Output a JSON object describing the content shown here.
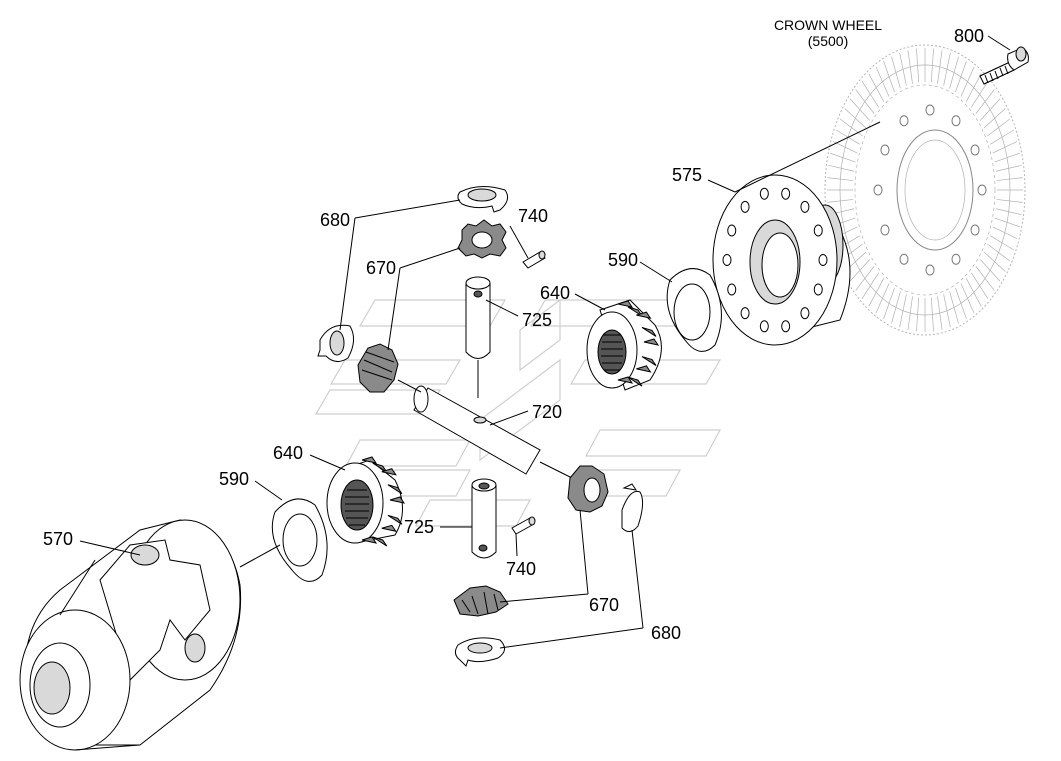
{
  "title": {
    "line1": "CROWN WHEEL",
    "line2": "(5500)"
  },
  "callouts": {
    "c800": "800",
    "c575": "575",
    "c680a": "680",
    "c740a": "740",
    "c670a": "670",
    "c590a": "590",
    "c640a": "640",
    "c725a": "725",
    "c720": "720",
    "c640b": "640",
    "c590b": "590",
    "c570": "570",
    "c725b": "725",
    "c740b": "740",
    "c670b": "670",
    "c680b": "680"
  }
}
